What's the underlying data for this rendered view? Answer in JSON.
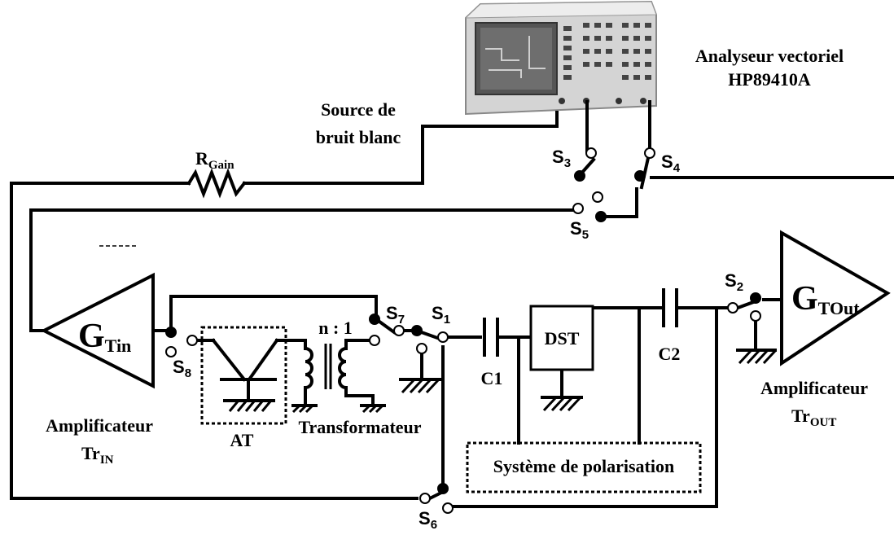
{
  "analyzer": {
    "name": "Analyseur vectoriel",
    "model": "HP89410A"
  },
  "noise_source": {
    "line1": "Source de",
    "line2": "bruit blanc"
  },
  "resistor": {
    "label": "R",
    "sub": "Gain"
  },
  "amp_in": {
    "gain_main": "G",
    "gain_sub": "Tin",
    "caption": "Amplificateur",
    "tr_main": "Tr",
    "tr_sub": "IN"
  },
  "amp_out": {
    "gain_main": "G",
    "gain_sub": "TOut",
    "caption": "Amplificateur",
    "tr_main": "Tr",
    "tr_sub": "OUT"
  },
  "attenuator": {
    "label": "AT"
  },
  "transformer": {
    "ratio": "n : 1",
    "label": "Transformateur"
  },
  "dst": {
    "label": "DST"
  },
  "capacitors": {
    "c1": "C1",
    "c2": "C2"
  },
  "bias": {
    "label": "Système de polarisation"
  },
  "switches": {
    "s1": {
      "main": "S",
      "sub": "1"
    },
    "s2": {
      "main": "S",
      "sub": "2"
    },
    "s3": {
      "main": "S",
      "sub": "3"
    },
    "s4": {
      "main": "S",
      "sub": "4"
    },
    "s5": {
      "main": "S",
      "sub": "5"
    },
    "s6": {
      "main": "S",
      "sub": "6"
    },
    "s7": {
      "main": "S",
      "sub": "7"
    },
    "s8": {
      "main": "S",
      "sub": "8"
    }
  }
}
